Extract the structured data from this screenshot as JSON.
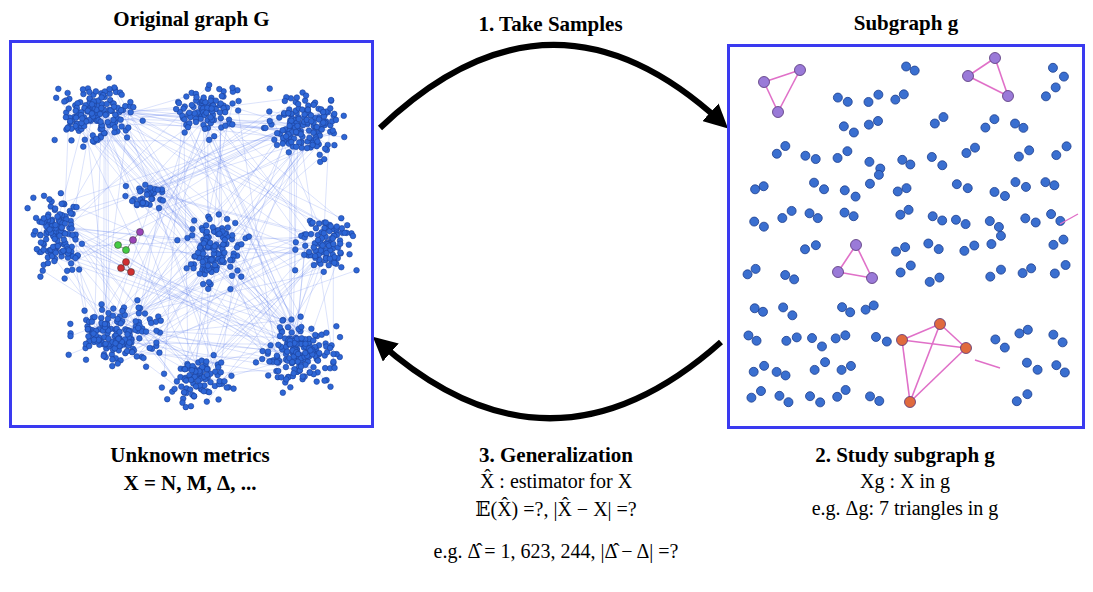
{
  "diagram": {
    "nodes": [
      {
        "text": [
          "Original graph G"
        ]
      },
      {
        "text": [
          "Subgraph g"
        ]
      }
    ],
    "edges": [
      {
        "from": 0,
        "to": 1,
        "arrow": "to",
        "label": "1. Take Samples"
      },
      {
        "from": 1,
        "to": 0,
        "arrow": "to"
      }
    ],
    "labels": [
      "Unknown metrics",
      "X = N, M, Δ, ...",
      "3. Generalization",
      "X̂ : estimator for X",
      "𝔼(X̂) =?, |X̂ − X| =?",
      "e.g. Δ̂ = 1, 623, 244, |Δ̂ − Δ| =?",
      "2. Study subgraph g",
      "Xg : X in g",
      "e.g. Δg: 7 triangles in g"
    ]
  }
}
